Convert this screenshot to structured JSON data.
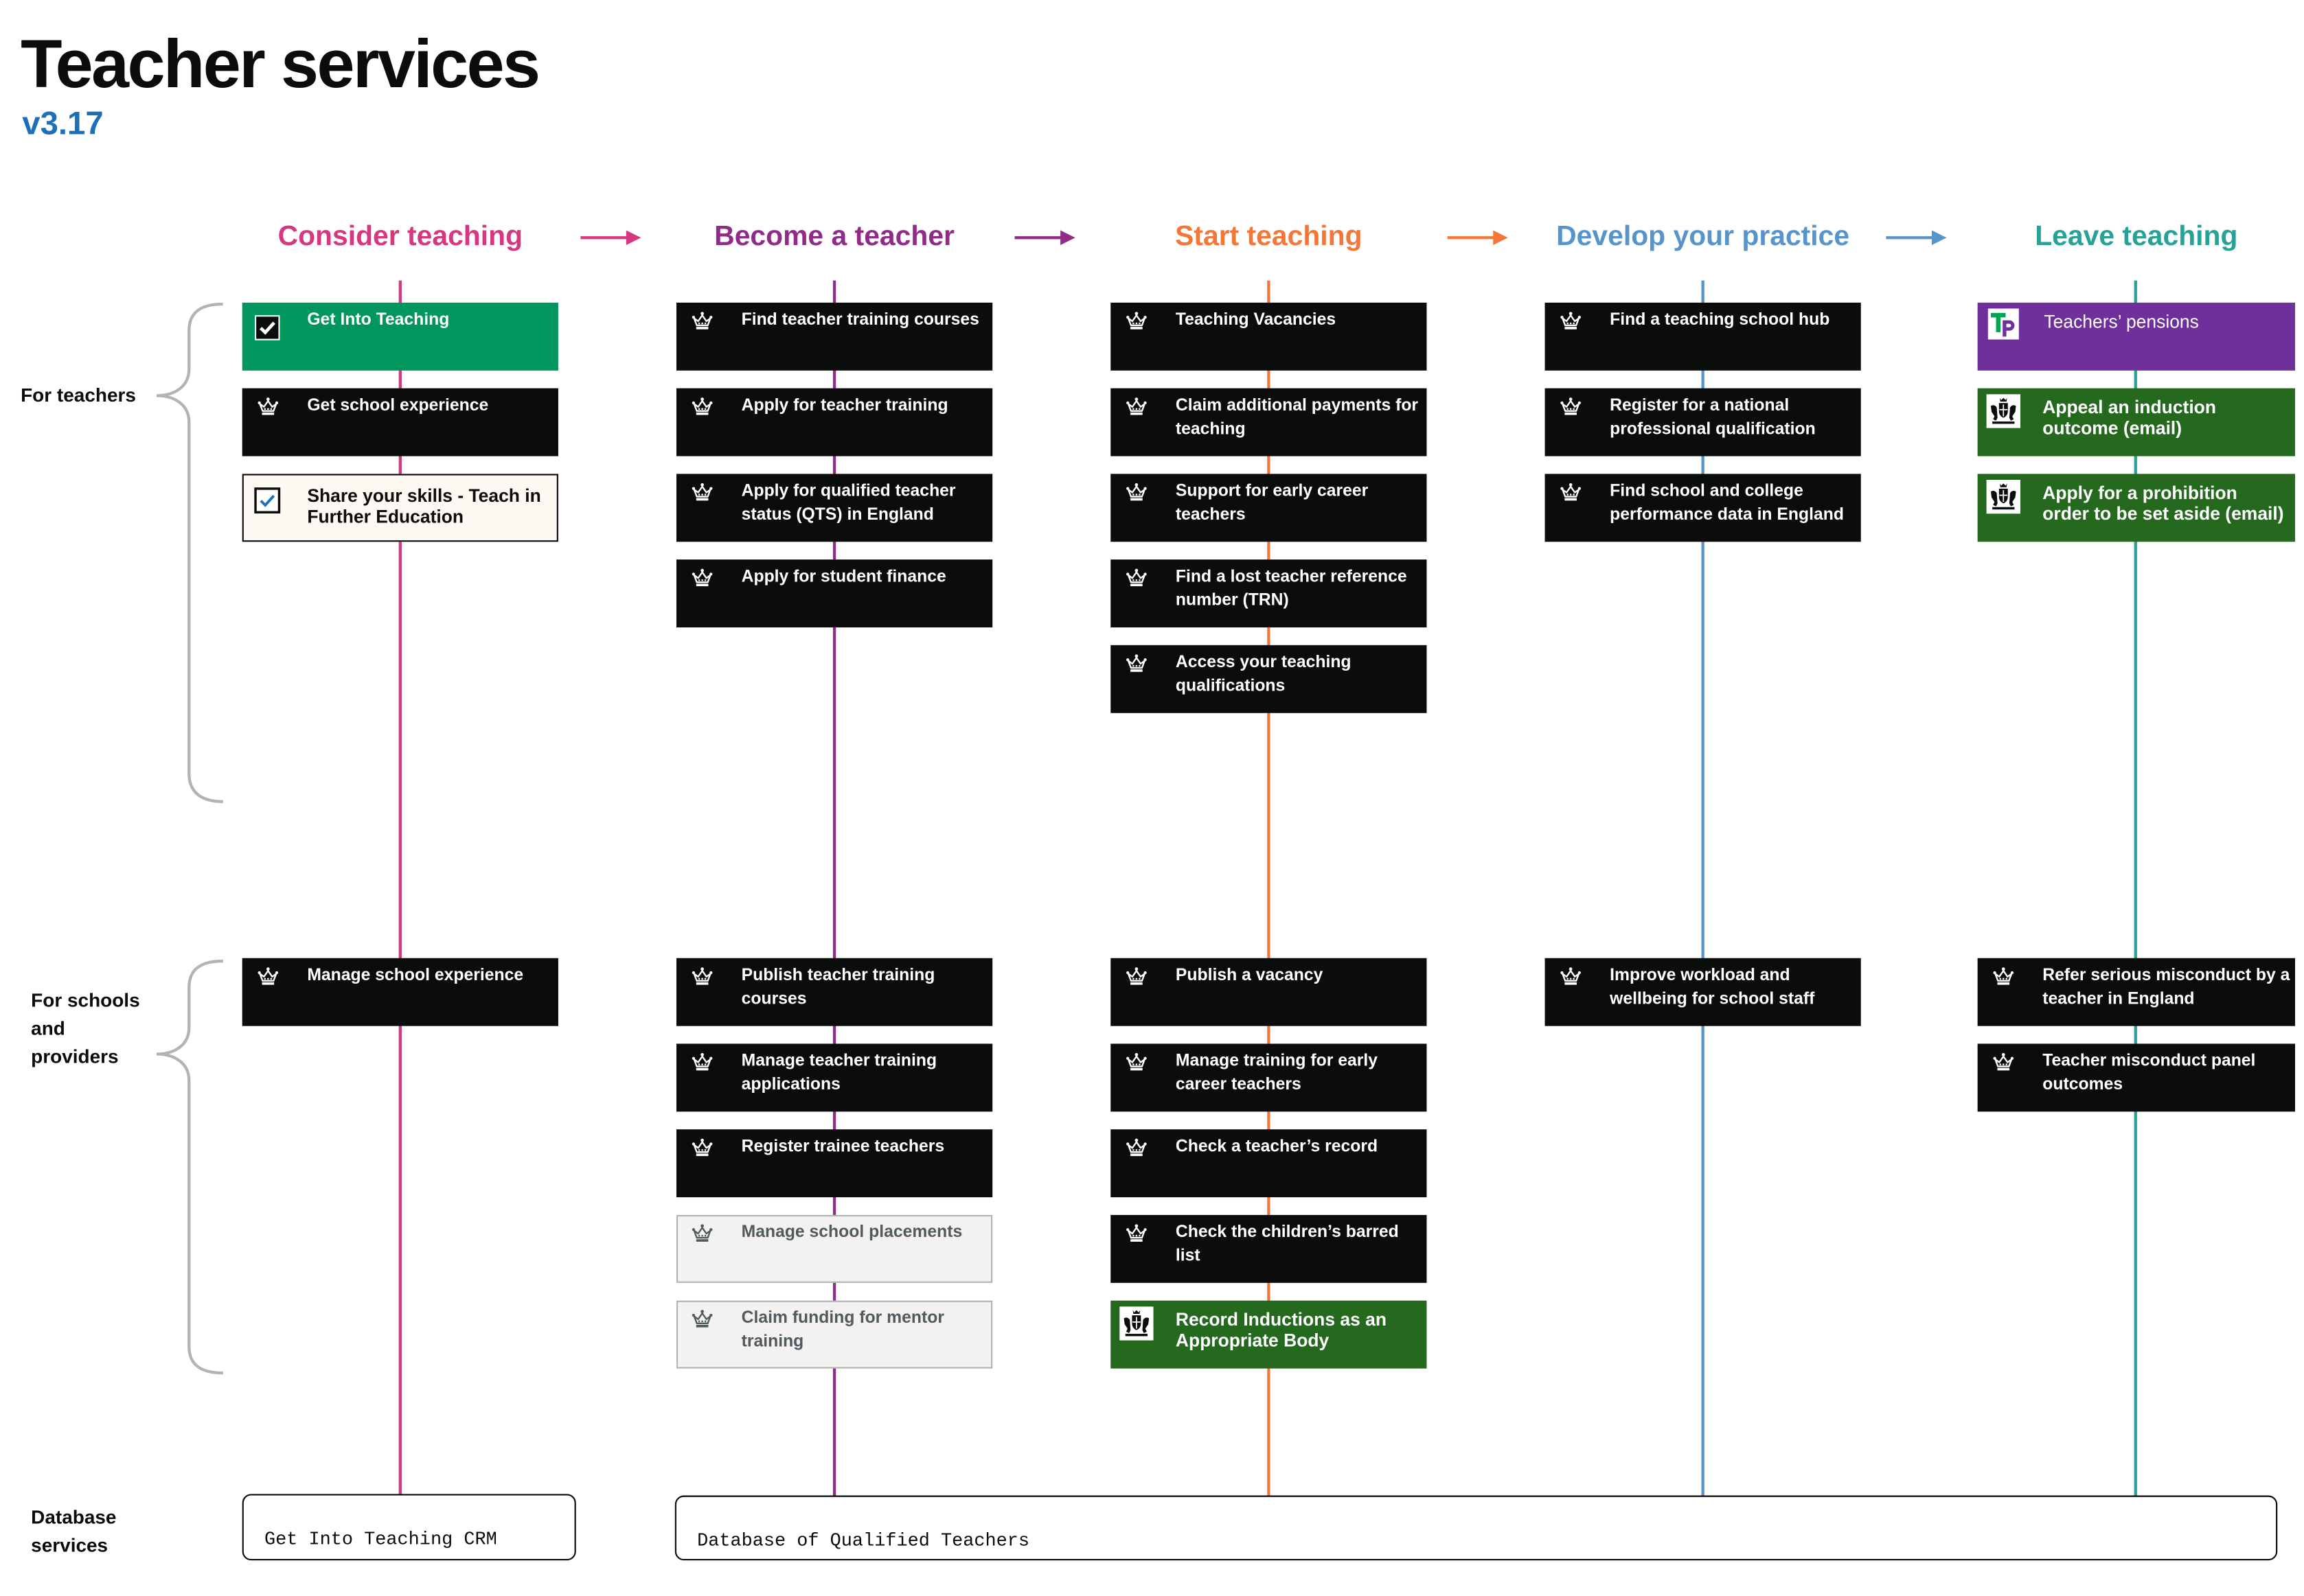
{
  "page": {
    "title": "Teacher services",
    "version": "v3.17"
  },
  "groups": {
    "teachers": {
      "label": "For teachers"
    },
    "schools": {
      "label": "For schools and providers"
    },
    "database": {
      "label": "Database services"
    }
  },
  "stages": [
    {
      "label": "Consider teaching",
      "color": "#d53880"
    },
    {
      "label": "Become a teacher",
      "color": "#912b88"
    },
    {
      "label": "Start teaching",
      "color": "#f47738"
    },
    {
      "label": "Develop your practice",
      "color": "#5694ca"
    },
    {
      "label": "Leave teaching",
      "color": "#28a197"
    }
  ],
  "variant_colors": {
    "black": "#0b0c0c",
    "green": "#00965e",
    "cream": "#fef8f2",
    "grey": "#f3f2f1",
    "purple": "#70309c",
    "dark-green": "#25691f"
  },
  "columns": [
    {
      "teachers": [
        {
          "label": "Get Into Teaching",
          "variant": "green",
          "icon": "checkbox-icon"
        },
        {
          "label": "Get school experience",
          "variant": "black",
          "icon": "crown-icon"
        },
        {
          "label": "Share your skills - Teach in Further Education",
          "variant": "cream",
          "icon": "checkbox-outline-icon"
        }
      ],
      "schools": [
        {
          "label": "Manage school experience",
          "variant": "black",
          "icon": "crown-icon"
        }
      ]
    },
    {
      "teachers": [
        {
          "label": "Find teacher training courses",
          "variant": "black",
          "icon": "crown-icon"
        },
        {
          "label": "Apply for teacher training",
          "variant": "black",
          "icon": "crown-icon"
        },
        {
          "label": "Apply for qualified teacher status (QTS) in England",
          "variant": "black",
          "icon": "crown-icon"
        },
        {
          "label": "Apply for student finance",
          "variant": "black",
          "icon": "crown-icon"
        }
      ],
      "schools": [
        {
          "label": "Publish teacher training courses",
          "variant": "black",
          "icon": "crown-icon"
        },
        {
          "label": "Manage teacher training applications",
          "variant": "black",
          "icon": "crown-icon"
        },
        {
          "label": "Register trainee teachers",
          "variant": "black",
          "icon": "crown-icon"
        },
        {
          "label": "Manage school placements",
          "variant": "grey",
          "icon": "crown-icon"
        },
        {
          "label": "Claim funding for mentor training",
          "variant": "grey",
          "icon": "crown-icon"
        }
      ]
    },
    {
      "teachers": [
        {
          "label": "Teaching Vacancies",
          "variant": "black",
          "icon": "crown-icon"
        },
        {
          "label": "Claim additional payments for teaching",
          "variant": "black",
          "icon": "crown-icon"
        },
        {
          "label": "Support for early career teachers",
          "variant": "black",
          "icon": "crown-icon"
        },
        {
          "label": "Find a lost teacher reference number (TRN)",
          "variant": "black",
          "icon": "crown-icon"
        },
        {
          "label": "Access your teaching qualifications",
          "variant": "black",
          "icon": "crown-icon"
        }
      ],
      "schools": [
        {
          "label": "Publish a vacancy",
          "variant": "black",
          "icon": "crown-icon"
        },
        {
          "label": "Manage training for early career teachers",
          "variant": "black",
          "icon": "crown-icon"
        },
        {
          "label": "Check a teacher’s record",
          "variant": "black",
          "icon": "crown-icon"
        },
        {
          "label": "Check the children’s barred list",
          "variant": "black",
          "icon": "crown-icon"
        },
        {
          "label": "Record Inductions as an Appropriate Body",
          "variant": "dark-green",
          "icon": "royal-arms-icon"
        }
      ]
    },
    {
      "teachers": [
        {
          "label": "Find a teaching school hub",
          "variant": "black",
          "icon": "crown-icon"
        },
        {
          "label": "Register for a national professional qualification",
          "variant": "black",
          "icon": "crown-icon"
        },
        {
          "label": "Find school and college performance data in England",
          "variant": "black",
          "icon": "crown-icon"
        }
      ],
      "schools": [
        {
          "label": "Improve workload and wellbeing for school staff",
          "variant": "black",
          "icon": "crown-icon"
        }
      ]
    },
    {
      "teachers": [
        {
          "label": "Teachers’ pensions",
          "variant": "purple",
          "icon": "tp-logo-icon"
        },
        {
          "label": "Appeal an induction outcome (email)",
          "variant": "dark-green",
          "icon": "royal-arms-icon"
        },
        {
          "label": "Apply for a prohibition order to be set aside (email)",
          "variant": "dark-green",
          "icon": "royal-arms-icon"
        }
      ],
      "schools": [
        {
          "label": "Refer serious misconduct by a teacher in England",
          "variant": "black",
          "icon": "crown-icon"
        },
        {
          "label": "Teacher misconduct panel outcomes",
          "variant": "black",
          "icon": "crown-icon"
        }
      ]
    }
  ],
  "database_services": [
    {
      "label": "Get Into Teaching CRM"
    },
    {
      "label": "Database of Qualified Teachers"
    }
  ]
}
